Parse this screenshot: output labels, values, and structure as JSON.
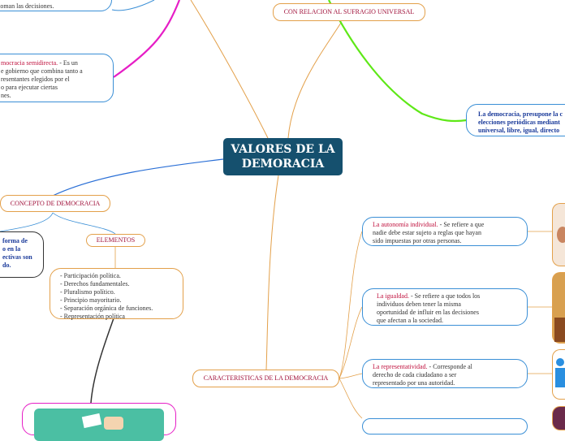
{
  "root": {
    "title_line1": "VALORES DE LA",
    "title_line2": "DEMORACIA"
  },
  "sufragio": {
    "label": "CON RELACION AL SUFRAGIO UNIVERSAL",
    "detail_line1": "La democracia, presupone la c",
    "detail_line2": "elecciones periódicas mediant",
    "detail_line3": "universal, libre, igual, directo"
  },
  "top_left": {
    "decisiones_text": "s toman las decisiones.",
    "semidirecta_title": "mocracia semidirecta.",
    "semidirecta_rest": " - Es un",
    "semidirecta_line2": "e gobierno que combina tanto a",
    "semidirecta_line3": "resentantes elegidos por el",
    "semidirecta_line4": "o para ejecutar ciertas",
    "semidirecta_line5": "nes."
  },
  "concepto": {
    "label": "CONCEPTO DE DEMOCRACIA",
    "left_line1": "forma de",
    "left_line2": "o en la",
    "left_line3": "ectivas son",
    "left_line4": "do."
  },
  "elementos": {
    "label": "ELEMENTOS",
    "items": [
      "- Participación política.",
      "- Derechos fundamentales.",
      "- Pluralismo político.",
      "- Principio mayoritario.",
      "- Separación orgánica de funciones.",
      "- Representación política"
    ]
  },
  "caracteristicas": {
    "label": "CARACTERISTICAS DE LA DEMOCRACIA",
    "autonomia_title": "La autonomía individual.",
    "autonomia_l1": " - Se refiere a que",
    "autonomia_l2": "nadie debe estar sujeto a reglas que hayan",
    "autonomia_l3": "sido impuestas por otras personas.",
    "igualdad_title": "La igualdad.",
    "igualdad_l1": " - Se refiere a que todos los",
    "igualdad_l2": "individuos deben tener la misma",
    "igualdad_l3": "oportunidad de influir en las decisiones",
    "igualdad_l4": "que afectan a la sociedad.",
    "representatividad_title": "La representatividad.",
    "representatividad_l1": " - Corresponde al",
    "representatividad_l2": "derecho de cada ciudadano a ser",
    "representatividad_l3": "representado por una autoridad."
  },
  "colors": {
    "root_bg": "#15506e",
    "branch_orange": "#e3a04a",
    "branch_blue": "#3a8fd6",
    "branch_green": "#5ee817",
    "branch_magenta": "#e61ec6",
    "label_red": "#c0133f"
  }
}
